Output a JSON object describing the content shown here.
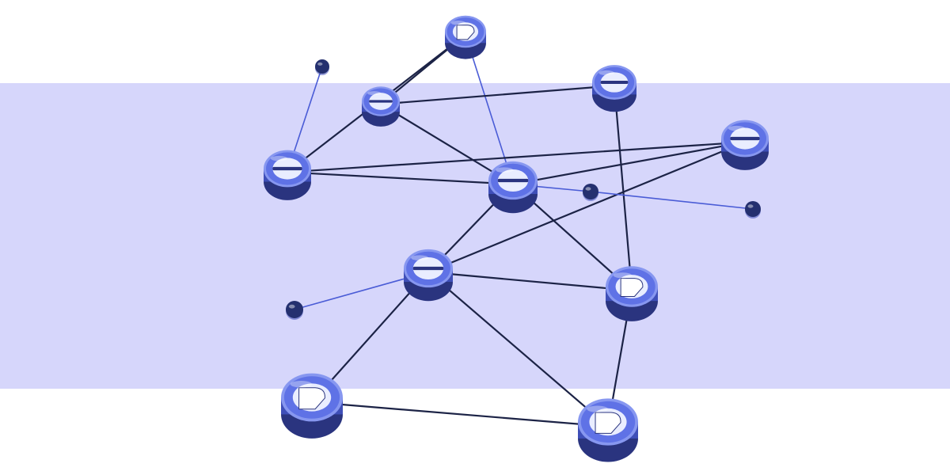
{
  "colors": {
    "background": "#ffffff",
    "band": "#d6d6fb",
    "node_side": "#3f4fb8",
    "node_side_dark": "#2a347f",
    "node_top": "#5f72e6",
    "node_rim": "#8797f0",
    "node_face": "#e9edff",
    "edge": "#1c2346",
    "edge_light": "#4a5cd6",
    "dot": "#24306f"
  },
  "network": {
    "nodes": [
      {
        "id": "n1",
        "glyph": "shield"
      },
      {
        "id": "n2",
        "glyph": "slot"
      },
      {
        "id": "n3",
        "glyph": "slot"
      },
      {
        "id": "n4",
        "glyph": "slot"
      },
      {
        "id": "n5",
        "glyph": "slot"
      },
      {
        "id": "n6",
        "glyph": "slot"
      },
      {
        "id": "n7",
        "glyph": "slot"
      },
      {
        "id": "n8",
        "glyph": "shield"
      },
      {
        "id": "n9",
        "glyph": "shield"
      },
      {
        "id": "n10",
        "glyph": "shield"
      }
    ],
    "dots": [
      {
        "id": "d1"
      },
      {
        "id": "d2"
      },
      {
        "id": "d3"
      },
      {
        "id": "d4"
      }
    ],
    "edges": [
      {
        "from": "n1",
        "to": "n4",
        "style": "dark"
      },
      {
        "from": "n1",
        "to": "n2",
        "style": "dark"
      },
      {
        "from": "n1",
        "to": "n6",
        "style": "light"
      },
      {
        "from": "n2",
        "to": "n3",
        "style": "dark"
      },
      {
        "from": "n2",
        "to": "n6",
        "style": "dark"
      },
      {
        "from": "n3",
        "to": "n8",
        "style": "dark"
      },
      {
        "from": "n4",
        "to": "n5",
        "style": "dark"
      },
      {
        "from": "n4",
        "to": "n6",
        "style": "dark"
      },
      {
        "from": "n5",
        "to": "n6",
        "style": "dark"
      },
      {
        "from": "n5",
        "to": "n7",
        "style": "dark"
      },
      {
        "from": "n6",
        "to": "n7",
        "style": "dark"
      },
      {
        "from": "n6",
        "to": "n8",
        "style": "dark"
      },
      {
        "from": "n7",
        "to": "n8",
        "style": "dark"
      },
      {
        "from": "n7",
        "to": "n9",
        "style": "dark"
      },
      {
        "from": "n7",
        "to": "n10",
        "style": "dark"
      },
      {
        "from": "n8",
        "to": "n10",
        "style": "dark"
      },
      {
        "from": "n9",
        "to": "n10",
        "style": "dark"
      },
      {
        "from": "n4",
        "to": "d1",
        "style": "light"
      },
      {
        "from": "n6",
        "to": "d2",
        "style": "light"
      },
      {
        "from": "d2",
        "to": "d3",
        "style": "light"
      },
      {
        "from": "n7",
        "to": "d4",
        "style": "light"
      }
    ]
  }
}
